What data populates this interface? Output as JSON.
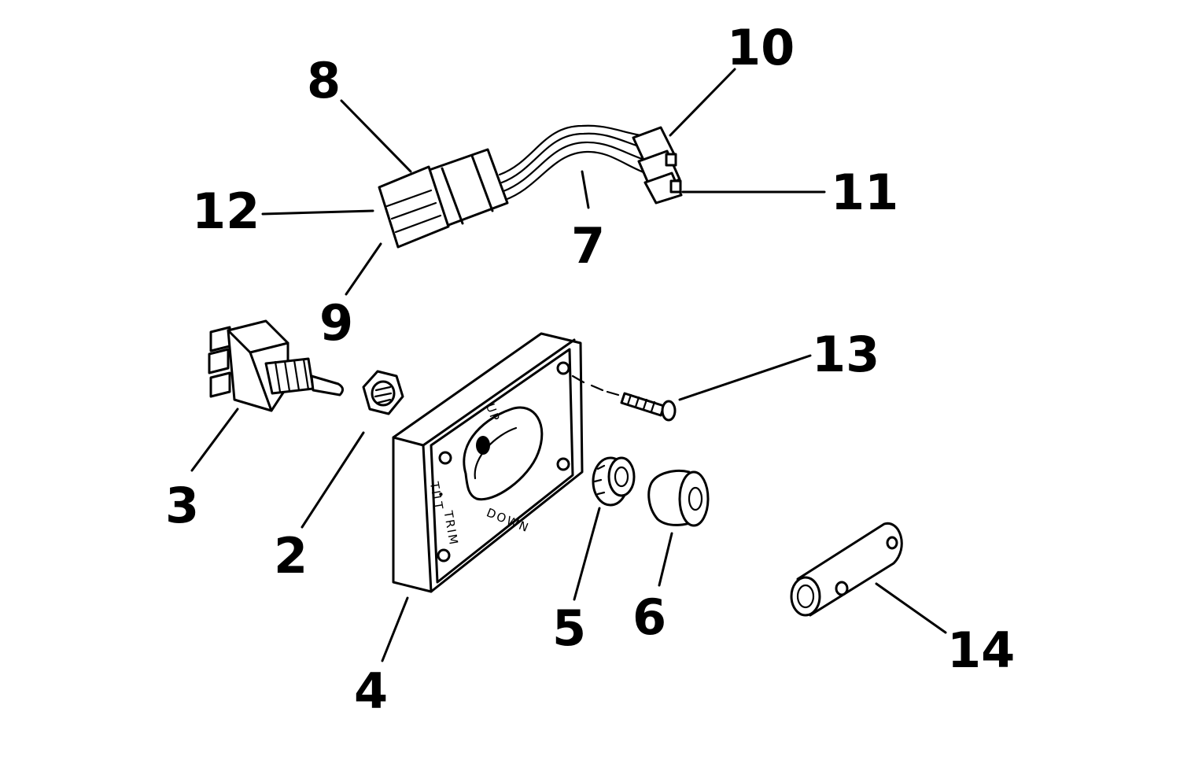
{
  "diagram": {
    "callouts": [
      {
        "id": "callout-1",
        "text": "2"
      },
      {
        "id": "callout-2",
        "text": "3"
      },
      {
        "id": "callout-3",
        "text": "4"
      },
      {
        "id": "callout-4",
        "text": "5"
      },
      {
        "id": "callout-5",
        "text": "6"
      },
      {
        "id": "callout-6",
        "text": "7"
      },
      {
        "id": "callout-7",
        "text": "8"
      },
      {
        "id": "callout-8",
        "text": "9"
      },
      {
        "id": "callout-9",
        "text": "10"
      },
      {
        "id": "callout-10",
        "text": "11"
      },
      {
        "id": "callout-11",
        "text": "12"
      },
      {
        "id": "callout-12",
        "text": "13"
      },
      {
        "id": "callout-13",
        "text": "14"
      }
    ],
    "panel": {
      "up_label": "UP",
      "down_label": "DOWN",
      "tilt_label": "TILT",
      "dot_label": "•",
      "trim_label": "TRIM"
    }
  }
}
